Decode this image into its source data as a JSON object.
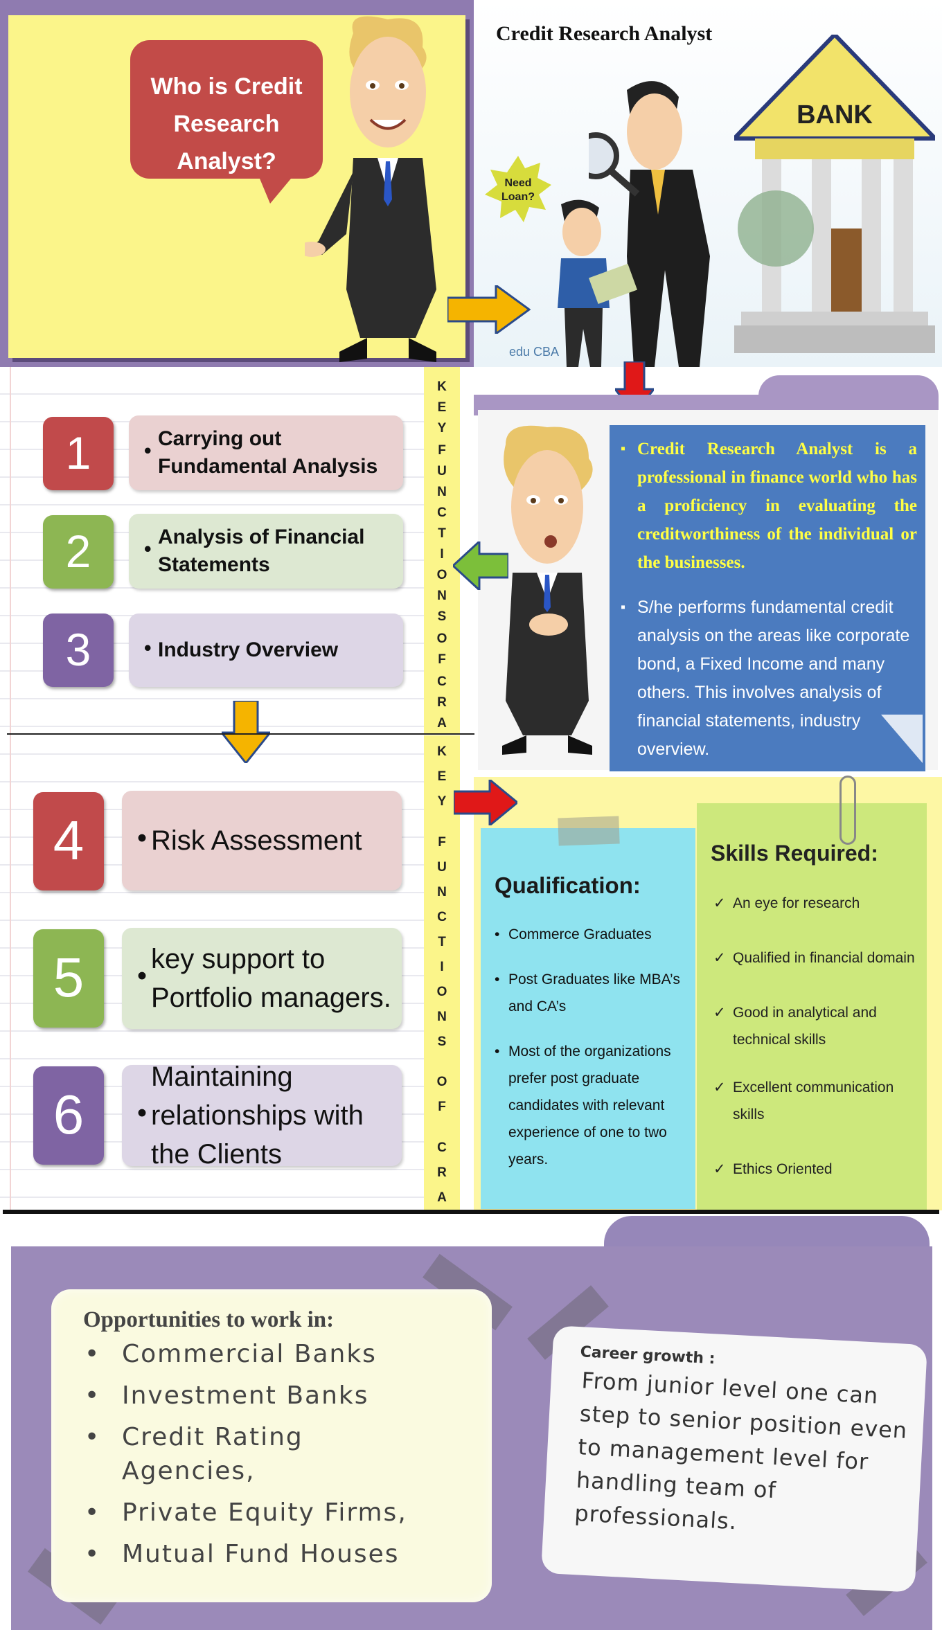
{
  "intro": {
    "question_line1": "Who is Credit",
    "question_line2": "Research Analyst?",
    "scene_title": "Credit Research Analyst",
    "bank_sign": "BANK",
    "sticker_line1": "Need",
    "sticker_line2": "Loan?",
    "watermark": "edu CBA"
  },
  "key_functions": {
    "strip_letters": [
      "K",
      "E",
      "Y",
      "",
      "F",
      "U",
      "N",
      "C",
      "T",
      "I",
      "O",
      "N",
      "S",
      "",
      "O",
      "F",
      "",
      "C",
      "R",
      "A"
    ],
    "items": [
      {
        "number": "1",
        "text": "Carrying out Fundamental Analysis"
      },
      {
        "number": "2",
        "text": "Analysis of Financial Statements"
      },
      {
        "number": "3",
        "text": "Industry Overview"
      },
      {
        "number": "4",
        "text": "Risk Assessment"
      },
      {
        "number": "5",
        "text": "key support to Portfolio managers."
      },
      {
        "number": "6",
        "text": "Maintaining relationships with the Clients"
      }
    ]
  },
  "definition": {
    "p1": "Credit Research Analyst is a professional in finance world who has a proficiency in evaluating the creditworthiness of the individual or the businesses.",
    "p2": "S/he performs fundamental credit analysis on the areas like corporate bond, a Fixed Income and many others.  This involves analysis of financial statements, industry overview."
  },
  "qualification": {
    "title": "Qualification:",
    "items": [
      "Commerce Graduates",
      "Post Graduates like MBA’s and CA’s",
      "Most of the organizations prefer post graduate candidates with relevant experience of one to two years."
    ]
  },
  "skills": {
    "title": "Skills Required:",
    "items": [
      "An eye for research",
      "Qualified in financial domain",
      "Good in analytical and technical skills",
      "Excellent communication skills",
      "Ethics Oriented"
    ]
  },
  "opportunities": {
    "title": "Opportunities to work in:",
    "items": [
      "Commercial Banks",
      "Investment Banks",
      "Credit Rating Agencies,",
      "Private Equity Firms,",
      "Mutual Fund Houses"
    ]
  },
  "career": {
    "title": "Career growth :",
    "text": "From junior level one can step to senior position even to management level for handling team of professionals."
  },
  "colors": {
    "red": "#c14a4b",
    "green": "#8db653",
    "purple": "#7f64a3",
    "yellow_note": "#fbf58a",
    "blue_box": "#4b7bbf"
  }
}
